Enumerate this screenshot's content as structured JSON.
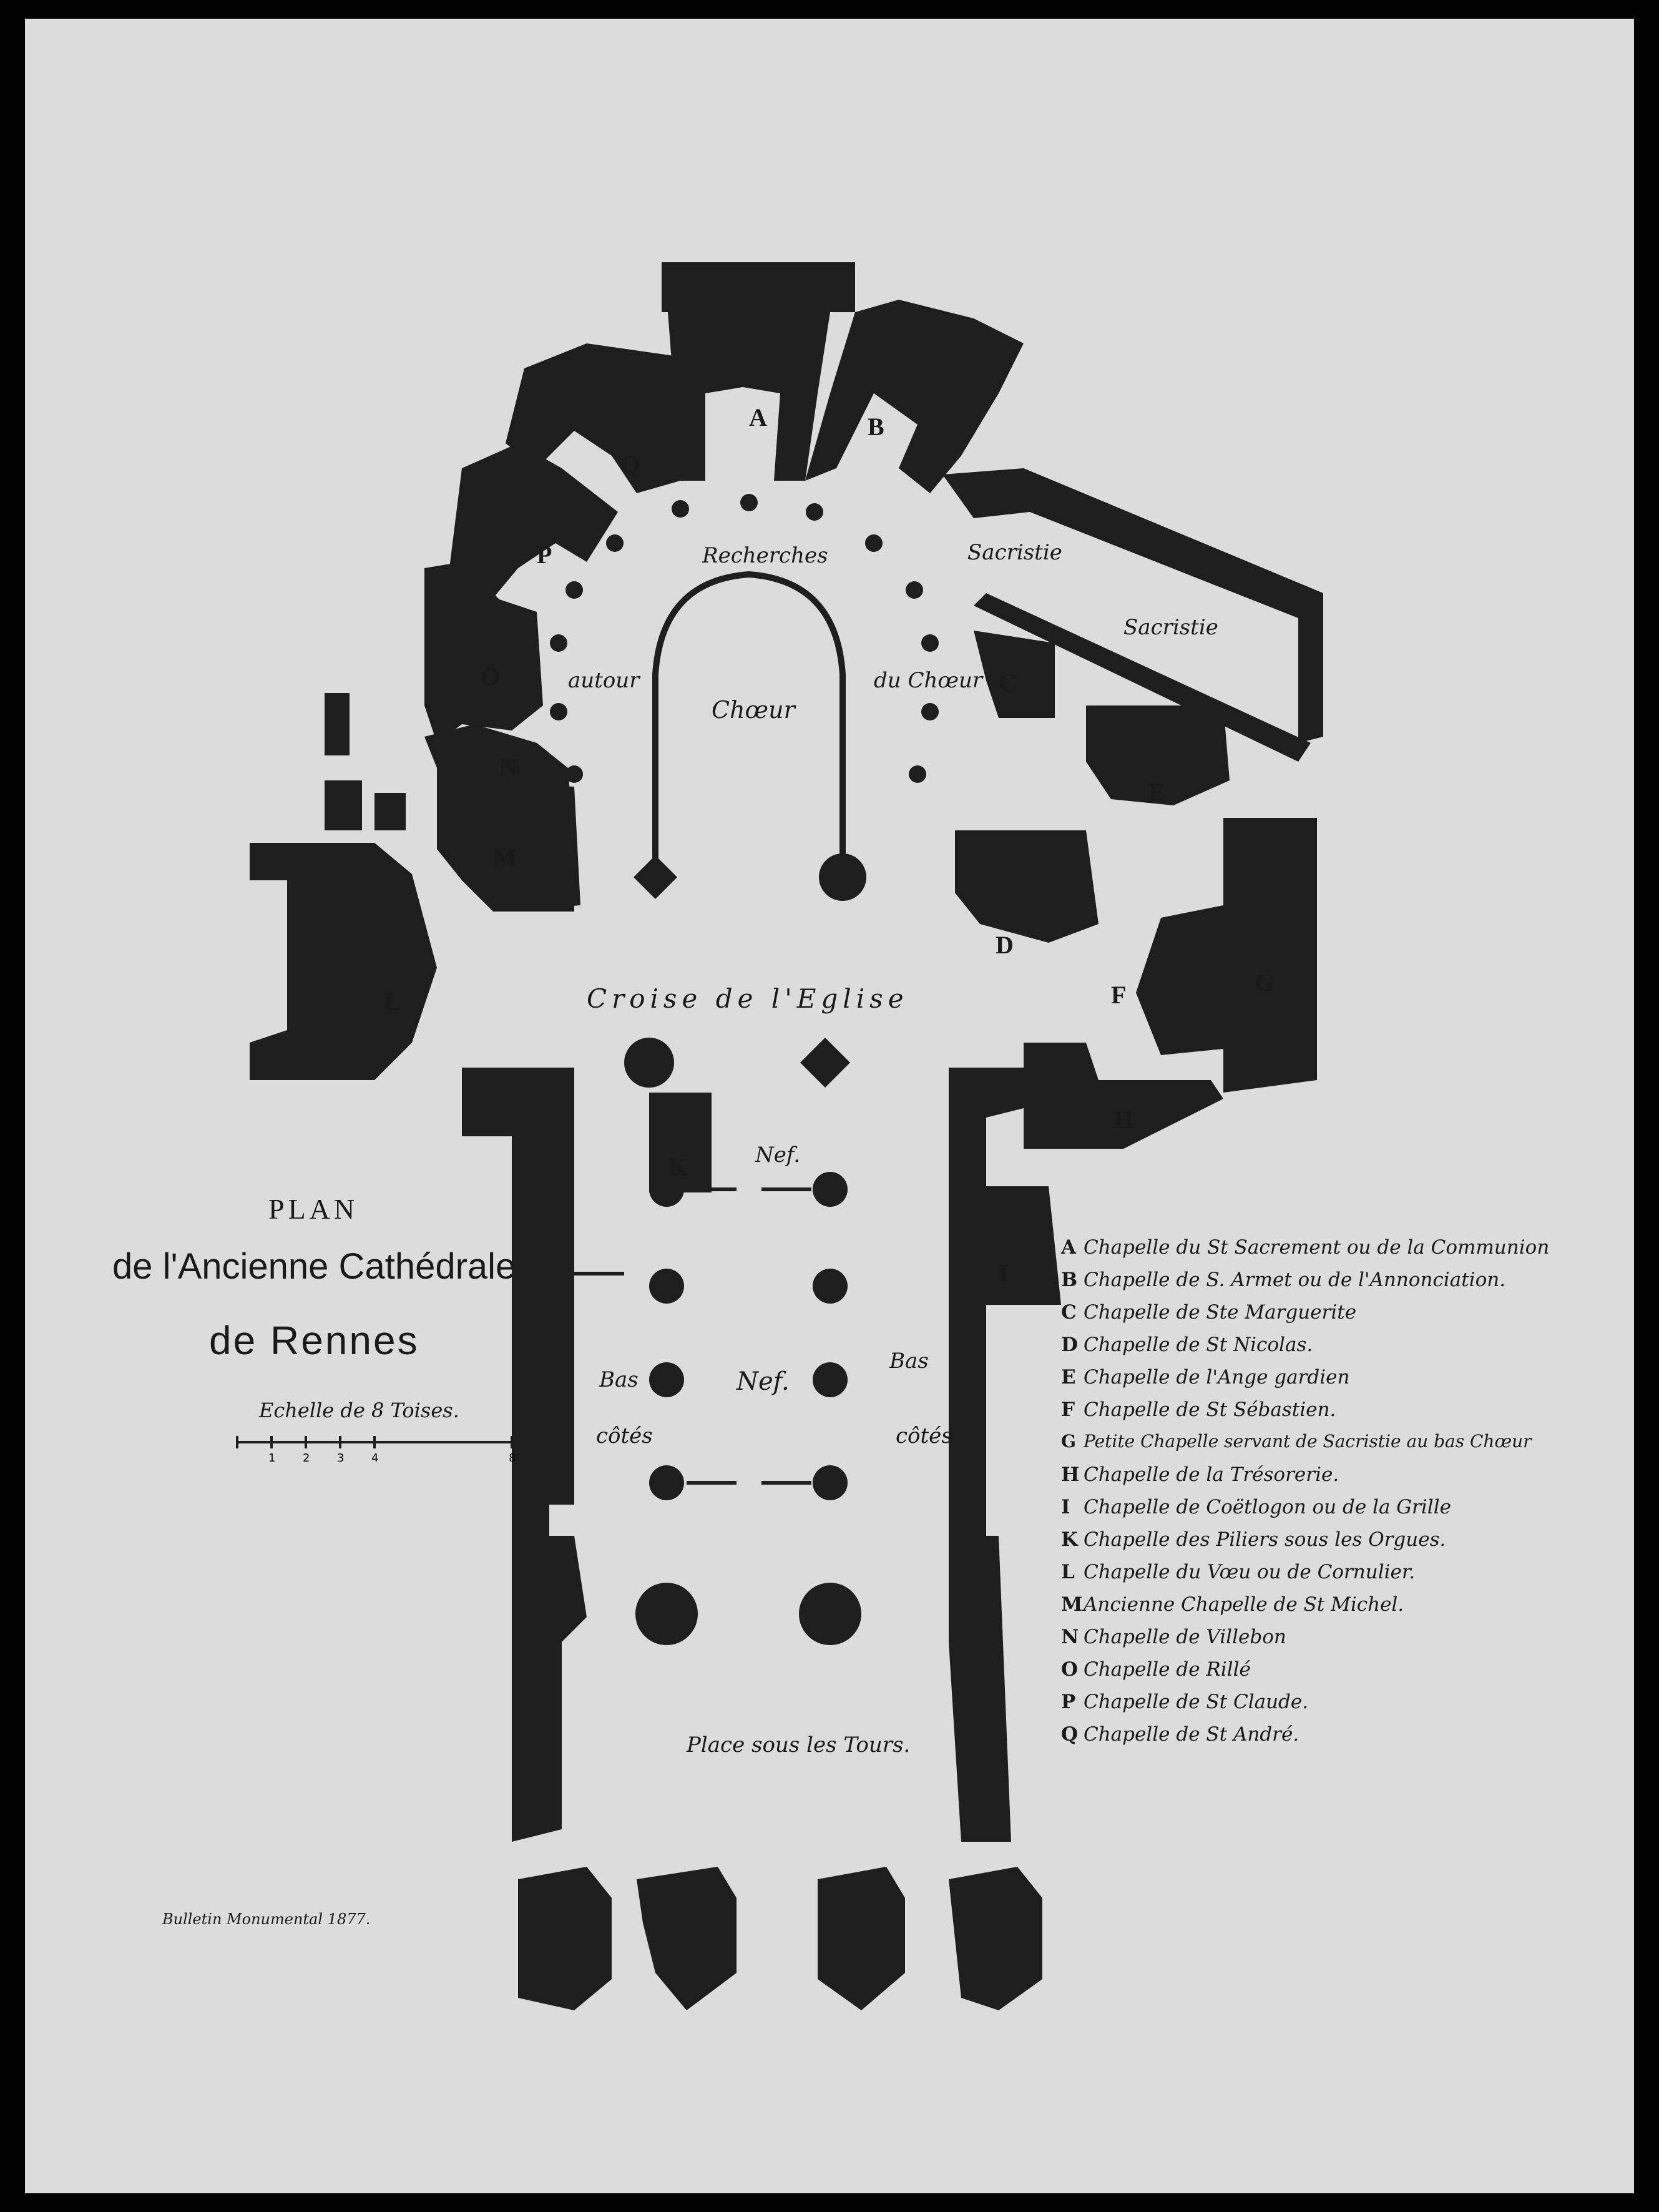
{
  "title": {
    "line1": "PLAN",
    "line2": "de l'Ancienne Cathédrale",
    "line3": "de Rennes"
  },
  "scale": {
    "label": "Echelle de 8 Toises.",
    "ticks": [
      "1",
      "2",
      "3",
      "4",
      "8"
    ]
  },
  "source": "Bulletin Monumental 1877.",
  "plan_letters": [
    "A",
    "B",
    "C",
    "D",
    "E",
    "F",
    "G",
    "H",
    "I",
    "K",
    "L",
    "M",
    "N",
    "O",
    "P",
    "Q"
  ],
  "plan_labels": {
    "recherches": "Recherches",
    "autour": "autour",
    "du_choeur": "du Chœur",
    "choeur": "Chœur",
    "sacristie_1": "Sacristie",
    "sacristie_2": "Sacristie",
    "croise": "Croise de l'Eglise",
    "nef_1": "Nef.",
    "nef_2": "Nef.",
    "bas_left": "Bas",
    "cotes_left": "côtés",
    "bas_right": "Bas",
    "cotes_right": "côtés",
    "place": "Place sous les Tours."
  },
  "legend": [
    {
      "key": "A",
      "text": "Chapelle du St Sacrement ou de la Communion"
    },
    {
      "key": "B",
      "text": "Chapelle de S. Armet ou de l'Annonciation."
    },
    {
      "key": "C",
      "text": "Chapelle de Ste Marguerite"
    },
    {
      "key": "D",
      "text": "Chapelle de St Nicolas."
    },
    {
      "key": "E",
      "text": "Chapelle de l'Ange gardien"
    },
    {
      "key": "F",
      "text": "Chapelle de St Sébastien."
    },
    {
      "key": "G",
      "text": "Petite Chapelle servant de Sacristie au bas Chœur"
    },
    {
      "key": "H",
      "text": "Chapelle de la Trésorerie."
    },
    {
      "key": "I",
      "text": "Chapelle de Coëtlogon ou de la Grille"
    },
    {
      "key": "K",
      "text": "Chapelle des Piliers sous les Orgues."
    },
    {
      "key": "L",
      "text": "Chapelle du Vœu ou de Cornulier."
    },
    {
      "key": "M",
      "text": "Ancienne Chapelle de St Michel."
    },
    {
      "key": "N",
      "text": "Chapelle de Villebon"
    },
    {
      "key": "O",
      "text": "Chapelle de Rillé"
    },
    {
      "key": "P",
      "text": "Chapelle de St Claude."
    },
    {
      "key": "Q",
      "text": "Chapelle de St André."
    }
  ],
  "colors": {
    "paper": "#dcdcdc",
    "ink": "#1a1a1a",
    "border": "#000000"
  }
}
